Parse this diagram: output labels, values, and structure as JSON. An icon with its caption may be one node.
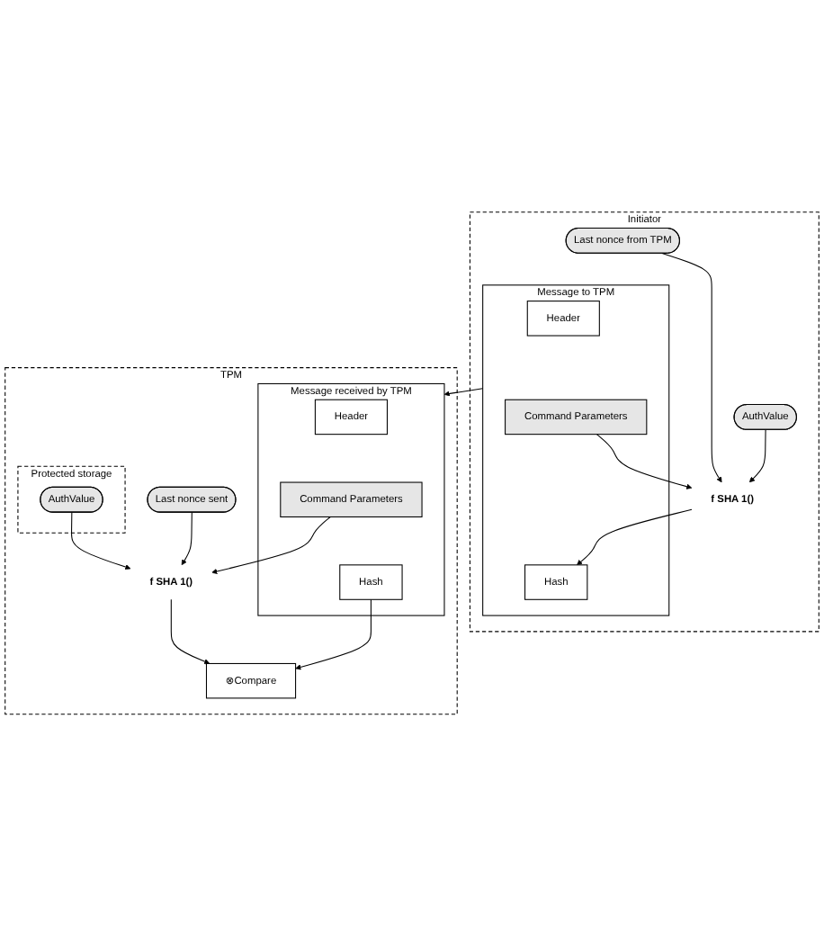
{
  "diagram": {
    "nodes": [
      {
        "text": [
          "Initiator"
        ]
      },
      {
        "text": [
          "AuthValue"
        ],
        "in": 0
      },
      {
        "text": [
          "Last nonce from TPM"
        ],
        "in": 0
      },
      {
        "text": [
          "Message to TPM"
        ],
        "in": 0
      },
      {
        "text": [
          "Header"
        ],
        "in": 3
      },
      {
        "text": [
          "Command Parameters"
        ],
        "in": 3
      },
      {
        "text": [
          "Hash"
        ],
        "in": 3
      },
      {
        "text": [
          "f SHA 1()"
        ],
        "in": 0
      },
      {
        "text": [
          "TPM"
        ]
      },
      {
        "text": [
          "Message received by TPM"
        ],
        "in": 8
      },
      {
        "text": [
          "Header"
        ],
        "in": 9
      },
      {
        "text": [
          "Command Parameters"
        ],
        "in": 9
      },
      {
        "text": [
          "Hash"
        ],
        "in": 9
      },
      {
        "text": [
          "Last nonce sent"
        ],
        "in": 8
      },
      {
        "text": [
          "Protected storage"
        ],
        "in": 8
      },
      {
        "text": [
          "AuthValue"
        ],
        "in": 14
      },
      {
        "text": [
          "f SHA 1()"
        ],
        "in": 8
      },
      {
        "text": [
          "⊗Compare"
        ],
        "in": 8
      }
    ],
    "edges": [
      {
        "from": 1,
        "to": 7,
        "arrow": "to"
      },
      {
        "from": 2,
        "to": 7,
        "arrow": "to"
      },
      {
        "from": 5,
        "to": 7,
        "arrow": "to"
      },
      {
        "from": 7,
        "to": 6,
        "arrow": "to"
      },
      {
        "from": 3,
        "to": 9,
        "arrow": "to"
      },
      {
        "from": 11,
        "to": 16,
        "arrow": "to"
      },
      {
        "from": 13,
        "to": 16,
        "arrow": "to"
      },
      {
        "from": 15,
        "to": 16,
        "arrow": "to"
      },
      {
        "from": 12,
        "to": 17,
        "arrow": "to"
      },
      {
        "from": 16,
        "to": 17,
        "arrow": "to"
      }
    ]
  }
}
